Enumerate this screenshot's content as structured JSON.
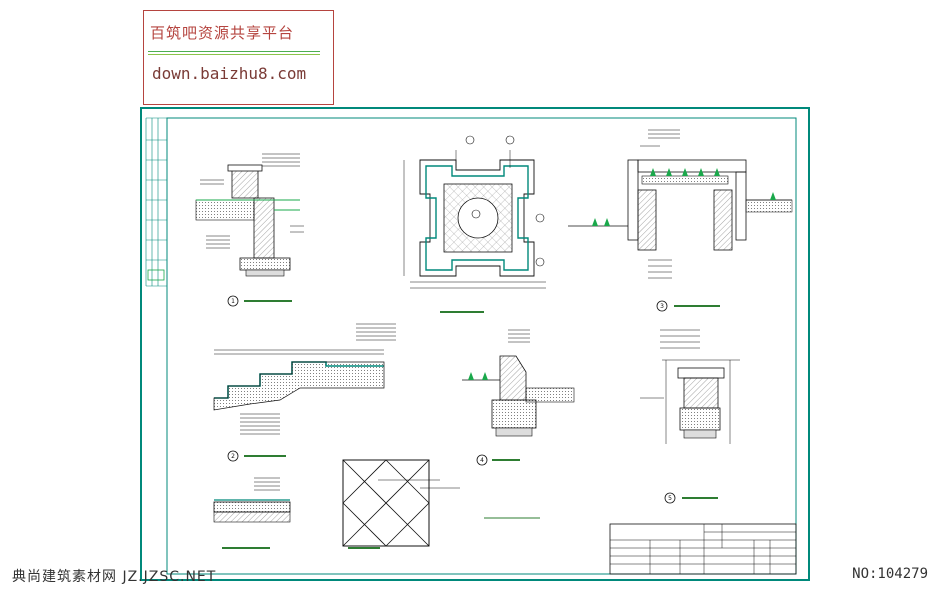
{
  "watermark": {
    "site_name": "百筑吧资源共享平台",
    "url": "down.baizhu8.com"
  },
  "footer": {
    "left_text": "典尚建筑素材网 JZ.JZSC.NET",
    "right_text": "NO:104279"
  },
  "detail_numbers": [
    "1",
    "2",
    "3",
    "4",
    "5"
  ],
  "colors": {
    "sheet_border": "#00897b",
    "line_work": "#111111",
    "title_bar": "#2e7d32",
    "label_green": "#1aa84b",
    "watermark_red": "#b5443f"
  }
}
